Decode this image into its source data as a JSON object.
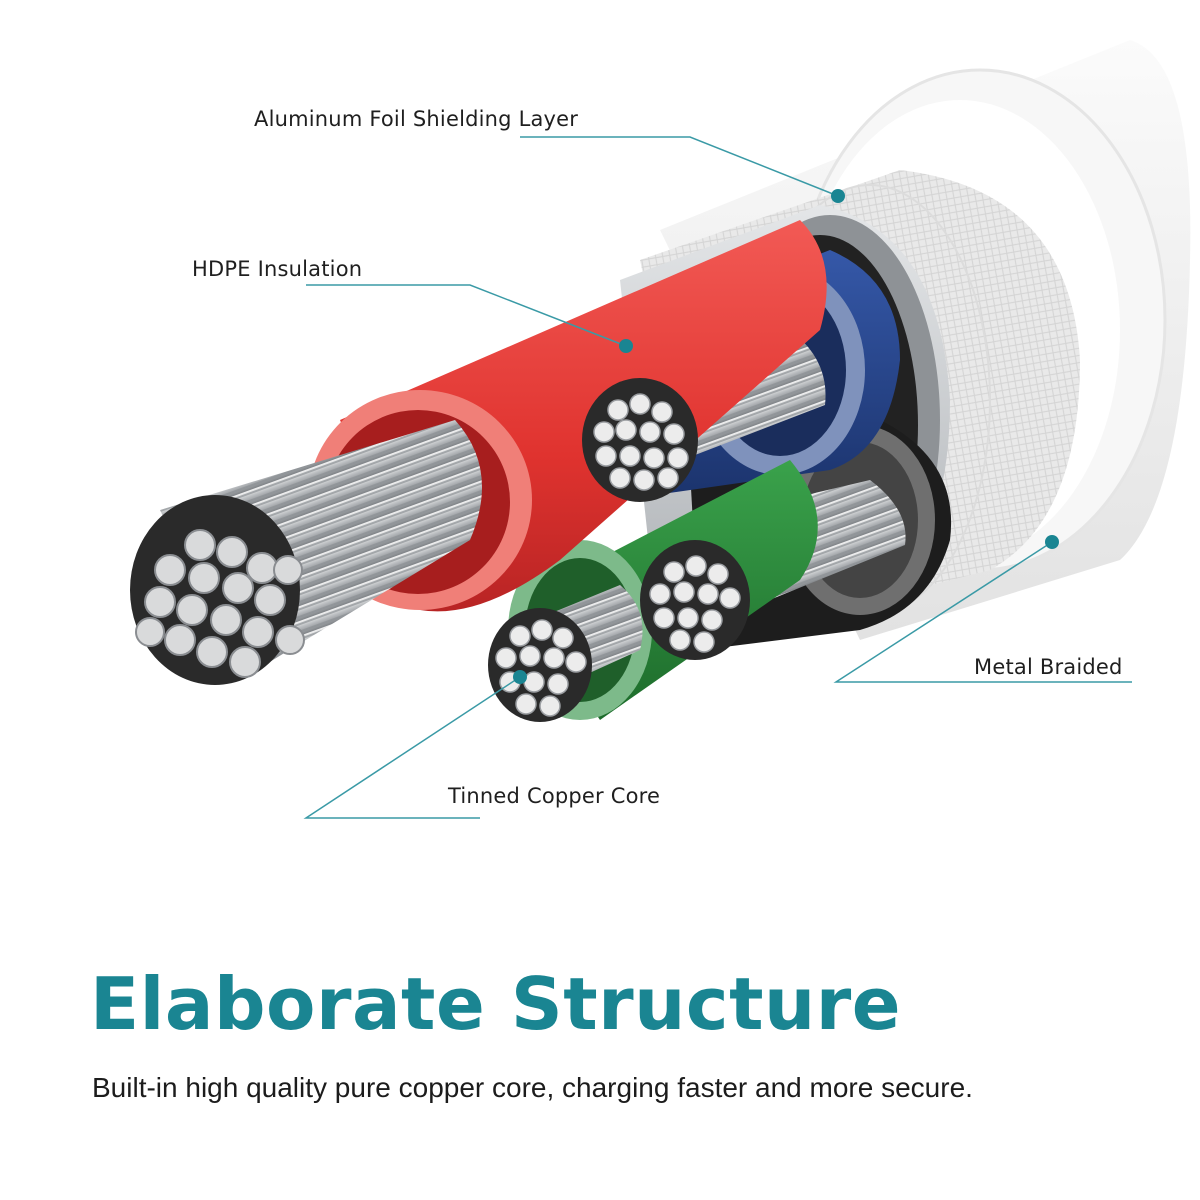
{
  "callouts": {
    "foil": "Aluminum Foil Shielding Layer",
    "insulation": "HDPE Insulation",
    "braid": "Metal Braided",
    "core": "Tinned Copper Core"
  },
  "headline": "Elaborate Structure",
  "subtitle": "Built-in high quality pure copper core, charging faster and more secure.",
  "colors": {
    "accent": "#1a8592",
    "leader": "#3a9aa6",
    "red_wire": "#e53b3b",
    "blue_wire": "#23448c",
    "green_wire": "#2c8a3c",
    "black_wire": "#1c1c1c",
    "outer_jacket": "#f3f3f3",
    "foil": "#cfd2d5"
  }
}
